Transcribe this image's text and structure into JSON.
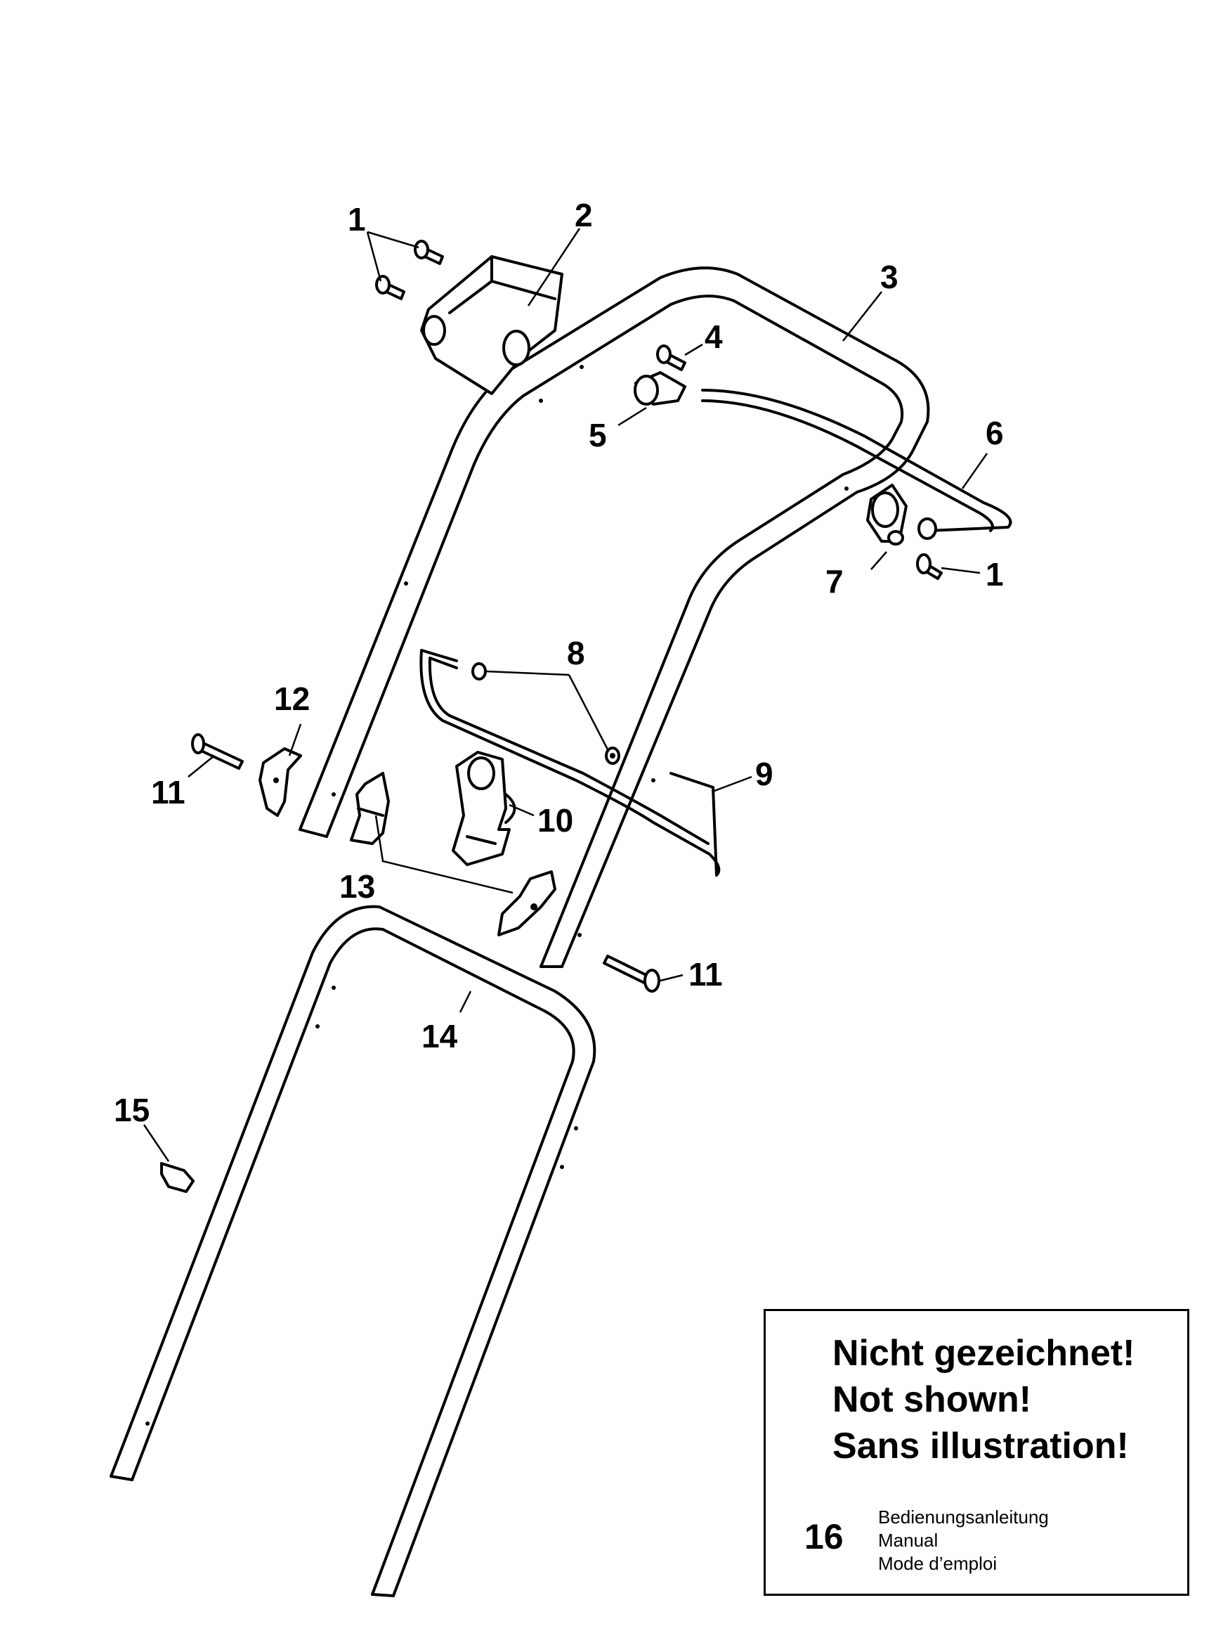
{
  "callouts": {
    "c1a": "1",
    "c2": "2",
    "c3": "3",
    "c4": "4",
    "c5": "5",
    "c6": "6",
    "c7": "7",
    "c1b": "1",
    "c8": "8",
    "c12": "12",
    "c9": "9",
    "c11a": "11",
    "c10": "10",
    "c13": "13",
    "c11b": "11",
    "c14": "14",
    "c15": "15"
  },
  "note_box": {
    "line1": "Nicht gezeichnet!",
    "line2": "Not shown!",
    "line3": "Sans illustration!",
    "item_number": "16",
    "item_desc": [
      "Bedienungsanleitung",
      "Manual",
      "Mode d’emploi"
    ]
  },
  "colors": {
    "ink": "#000000",
    "paper": "#ffffff"
  }
}
